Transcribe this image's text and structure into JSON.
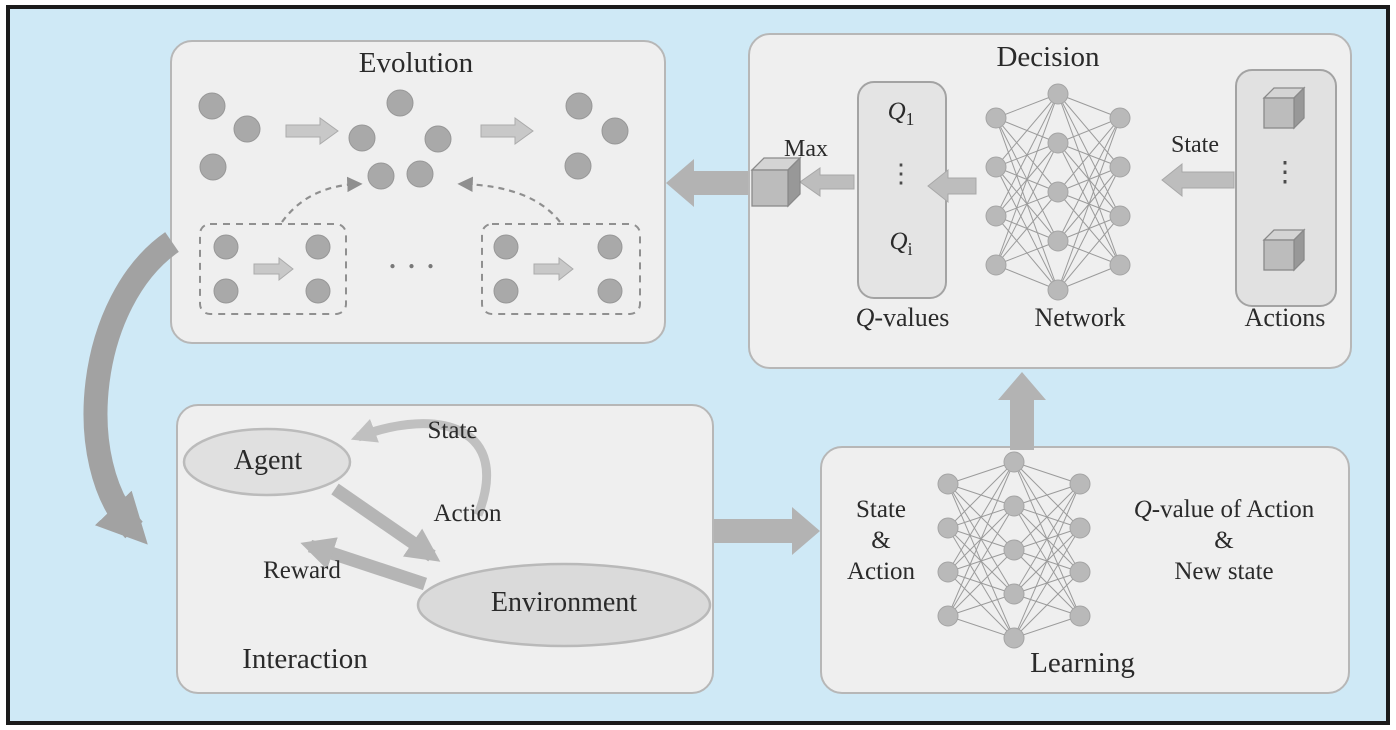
{
  "colors": {
    "canvas_background": "#cfe9f6",
    "frame_border": "#1b1b1b",
    "panel_background": "#efefef",
    "panel_border": "#b7b7b7",
    "node_gray": "#a9a9a9",
    "arrow_gray": "#b3b3b3"
  },
  "evolution": {
    "title": "Evolution",
    "ellipsis": ". . ."
  },
  "decision": {
    "title": "Decision",
    "q_letter": "Q",
    "q1_sub": "1",
    "qi_sub": "i",
    "vdots": "⋮",
    "qvalues_suffix": "-values",
    "network_label": "Network",
    "actions_label": "Actions",
    "actions_vdots": "⋮",
    "state_label": "State",
    "max_label": "Max"
  },
  "interaction": {
    "title": "Interaction",
    "agent_label": "Agent",
    "environment_label": "Environment",
    "state_label": "State",
    "action_label": "Action",
    "reward_label": "Reward"
  },
  "learning": {
    "title": "Learning",
    "input_line1": "State",
    "input_line2": "&",
    "input_line3": "Action",
    "output_prefix": "Q",
    "output_line1_suffix": "-value of Action",
    "output_line2": "&",
    "output_line3": "New state"
  }
}
